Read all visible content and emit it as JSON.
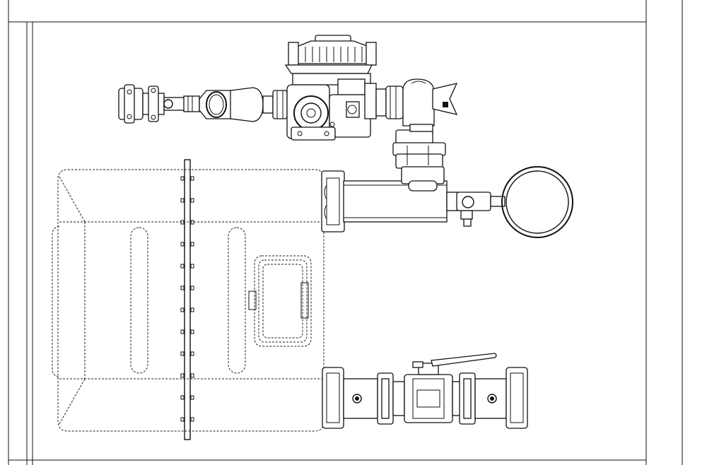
{
  "drawing": {
    "background": "#ffffff",
    "line_color": "#111111",
    "components": [
      "frame-border",
      "pressure-regulator",
      "inlet-fittings",
      "union-fitting",
      "pipe-manifold",
      "pressure-gauge",
      "tank-outline",
      "mounting-bracket",
      "inspection-hatch",
      "outlet-ball-valve"
    ]
  }
}
